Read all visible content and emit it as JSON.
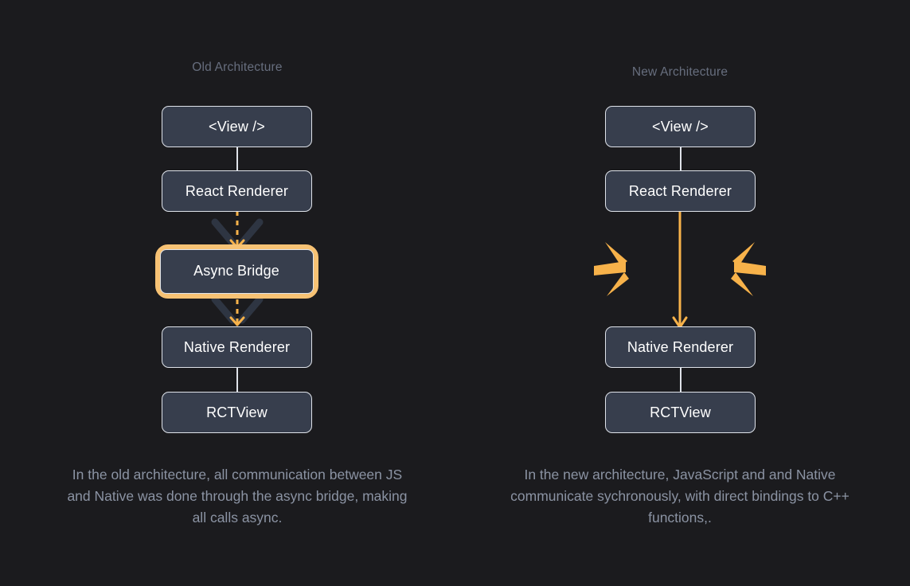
{
  "theme": {
    "background": "#1b1b1e",
    "node_fill": "#373e4d",
    "node_border": "#dfe3ea",
    "node_text": "#ffffff",
    "title_color": "#676e7e",
    "caption_color": "#8b93a3",
    "accent_amber": "#f7b24a",
    "highlight_ring": "#f7c274",
    "wing_color": "#2e3542"
  },
  "diagram": {
    "type": "flow-comparison",
    "columns": [
      {
        "id": "old",
        "title": "Old Architecture",
        "nodes": [
          {
            "id": "view",
            "label": "<View />",
            "highlighted": false
          },
          {
            "id": "react",
            "label": "React Renderer",
            "highlighted": false
          },
          {
            "id": "bridge",
            "label": "Async Bridge",
            "highlighted": true
          },
          {
            "id": "native",
            "label": "Native Renderer",
            "highlighted": false
          },
          {
            "id": "rct",
            "label": "RCTView",
            "highlighted": false
          }
        ],
        "connectors": [
          {
            "from": "view",
            "to": "react",
            "style": "solid-white"
          },
          {
            "from": "react",
            "to": "bridge",
            "style": "dashed-amber-arrow"
          },
          {
            "from": "bridge",
            "to": "native",
            "style": "dashed-amber-arrow"
          },
          {
            "from": "native",
            "to": "rct",
            "style": "solid-white"
          }
        ],
        "caption": "In the old architecture, all communication between JS and Native was done through the async bridge, making all calls async."
      },
      {
        "id": "new",
        "title": "New Architecture",
        "nodes": [
          {
            "id": "view",
            "label": "<View />",
            "highlighted": false
          },
          {
            "id": "react",
            "label": "React Renderer",
            "highlighted": false
          },
          {
            "id": "native",
            "label": "Native Renderer",
            "highlighted": false
          },
          {
            "id": "rct",
            "label": "RCTView",
            "highlighted": false
          }
        ],
        "connectors": [
          {
            "from": "view",
            "to": "react",
            "style": "solid-white"
          },
          {
            "from": "react",
            "to": "native",
            "style": "solid-amber-arrow-burst",
            "burst_rays": 6
          },
          {
            "from": "native",
            "to": "rct",
            "style": "solid-white"
          }
        ],
        "caption": "In the new architecture, JavaScript and and Native communicate sychronously, with direct bindings to C++ functions,."
      }
    ]
  }
}
